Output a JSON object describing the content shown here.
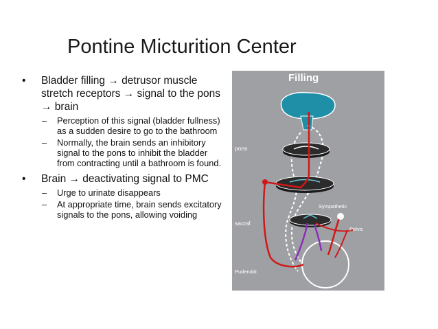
{
  "slide": {
    "title": "Pontine Micturition Center",
    "bullets": [
      {
        "text": "Bladder filling → detrusor muscle stretch receptors → signal to the pons → brain",
        "subs": [
          "Perception of this signal (bladder fullness) as a sudden desire to go to the bathroom",
          "Normally, the brain sends an inhibitory signal to the pons to inhibit the bladder from contracting until a bathroom is found."
        ]
      },
      {
        "text": "Brain → deactivating signal to PMC",
        "subs": [
          "Urge to urinate disappears",
          "At appropriate time, brain sends excitatory signals to the pons, allowing voiding"
        ]
      }
    ],
    "bullet_glyph": "•",
    "sub_glyph": "–"
  },
  "figure": {
    "title": "Filling",
    "labels": {
      "pons": "pons",
      "sympathetic": "Sympathetic",
      "sacral": "sacral",
      "pelvic": "Pelvic",
      "pudendal": "Pudendal"
    },
    "colors": {
      "background": "#9fa0a3",
      "brain": "#1e8fa6",
      "nerve_red": "#d01818",
      "nerve_purple": "#8a2fb8",
      "cord_dark": "#1a1a1a",
      "line_white": "#ffffff"
    }
  }
}
